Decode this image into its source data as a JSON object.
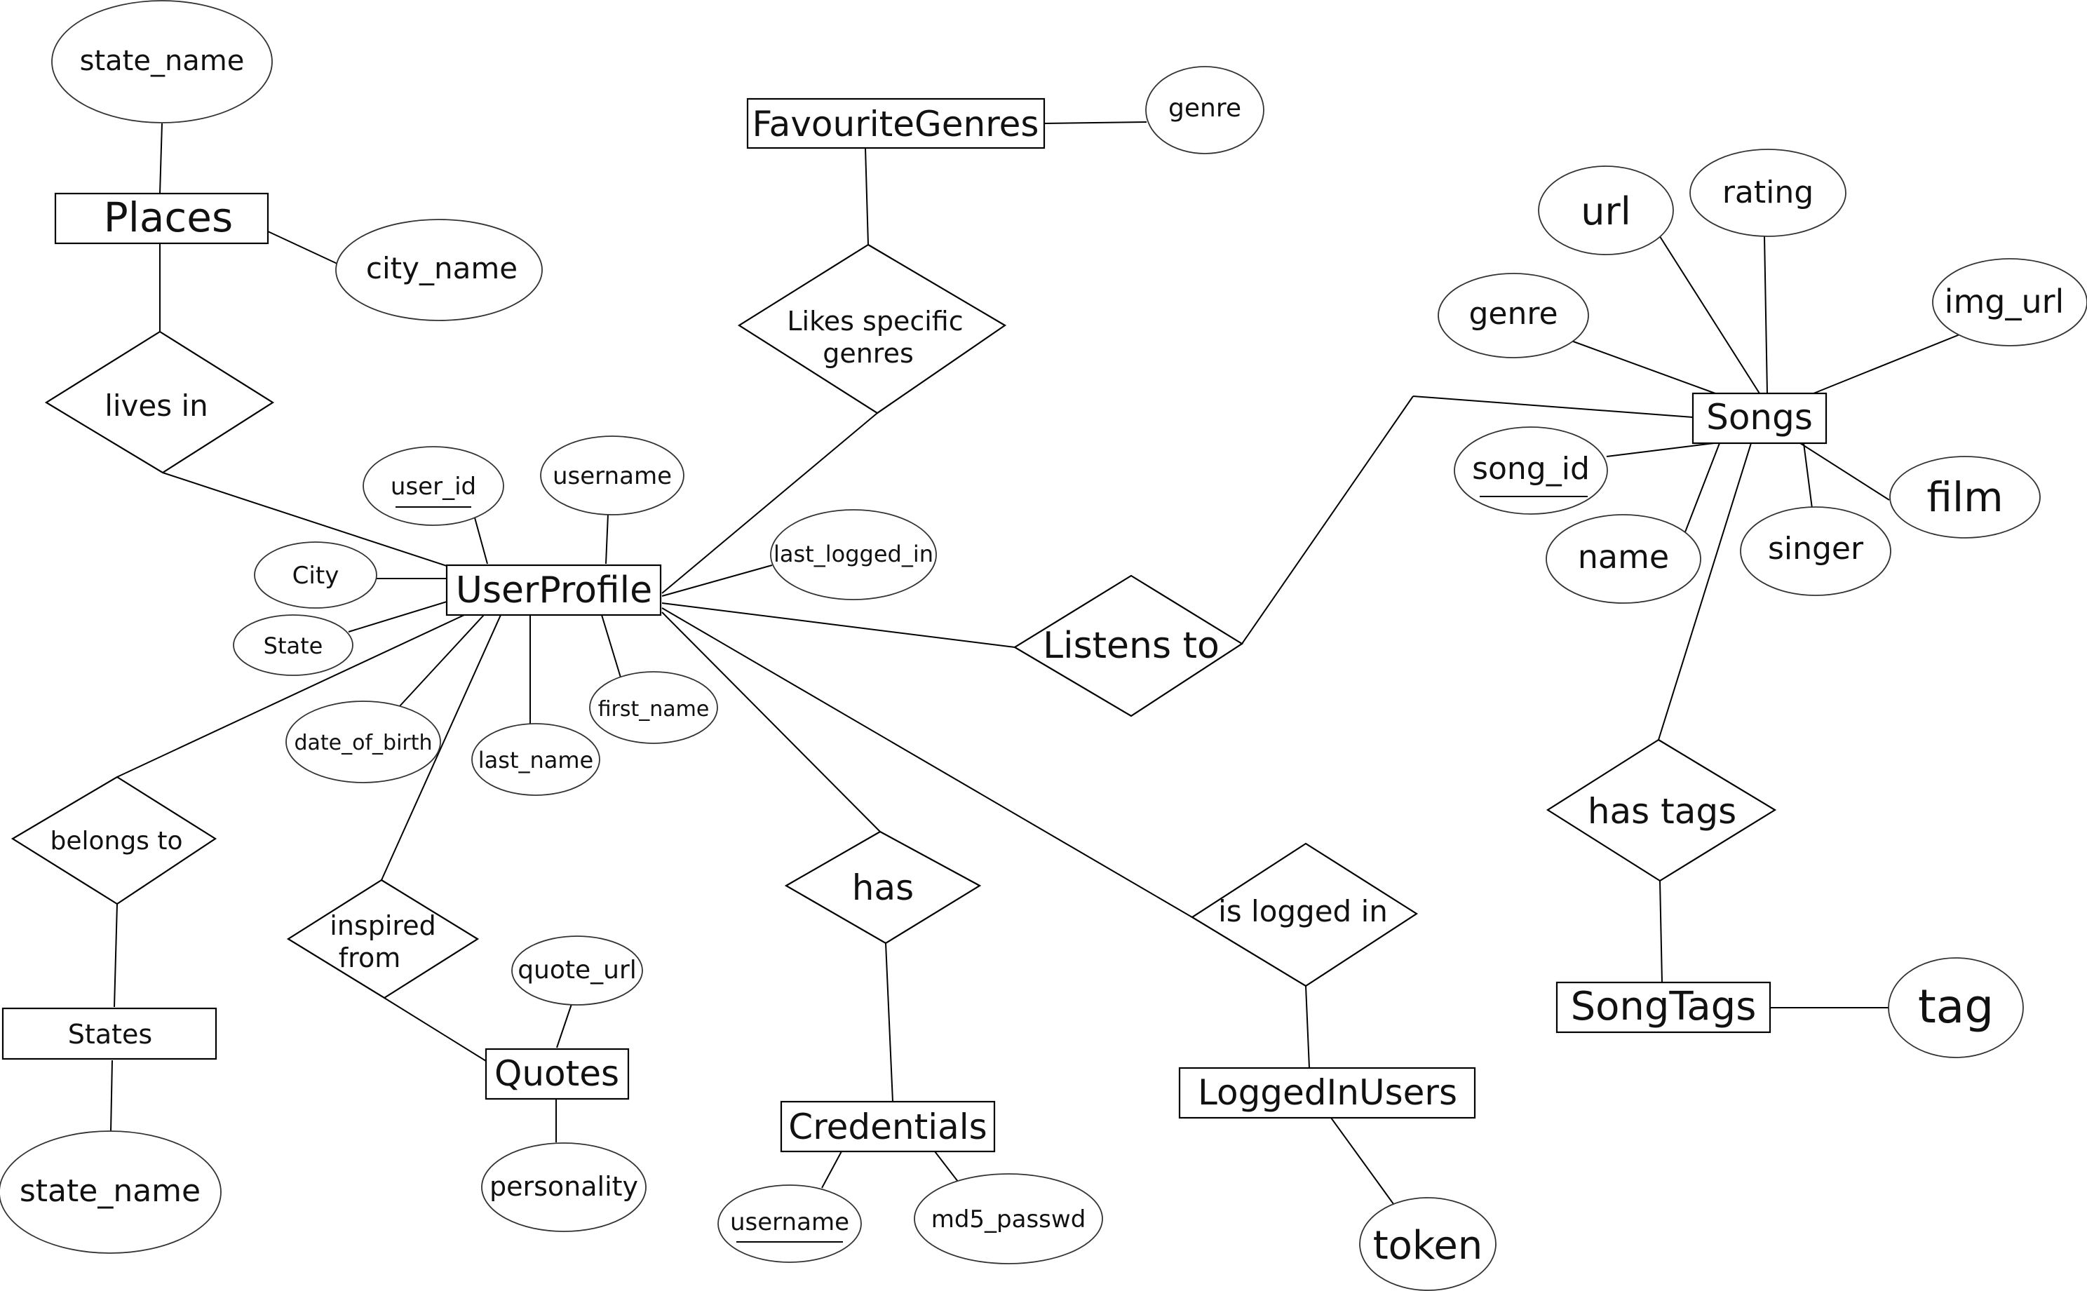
{
  "entities": {
    "places": "Places",
    "favourite_genres": "FavouriteGenres",
    "user_profile": "UserProfile",
    "songs": "Songs",
    "states": "States",
    "quotes": "Quotes",
    "credentials": "Credentials",
    "logged_in_users": "LoggedInUsers",
    "song_tags": "SongTags"
  },
  "relationships": {
    "lives_in": "lives in",
    "likes_genres_line1": "Likes specific",
    "likes_genres_line2": "genres",
    "listens_to": "Listens to",
    "belongs_to": "belongs to",
    "inspired_from_line1": "inspired",
    "inspired_from_line2": "from",
    "has": "has",
    "is_logged_in": "is logged in",
    "has_tags": "has tags"
  },
  "attributes": {
    "places_state_name": "state_name",
    "places_city_name": "city_name",
    "fav_genre": "genre",
    "user_id": "user_id",
    "username": "username",
    "last_logged_in": "last_logged_in",
    "city": "City",
    "state": "State",
    "date_of_birth": "date_of_birth",
    "last_name": "last_name",
    "first_name": "first_name",
    "songs_url": "url",
    "songs_rating": "rating",
    "songs_genre": "genre",
    "songs_img_url": "img_url",
    "songs_song_id": "song_id",
    "songs_name": "name",
    "songs_singer": "singer",
    "songs_film": "film",
    "states_state_name": "state_name",
    "quote_url": "quote_url",
    "personality": "personality",
    "cred_username": "username",
    "md5_passwd": "md5_passwd",
    "token": "token",
    "tag": "tag"
  }
}
